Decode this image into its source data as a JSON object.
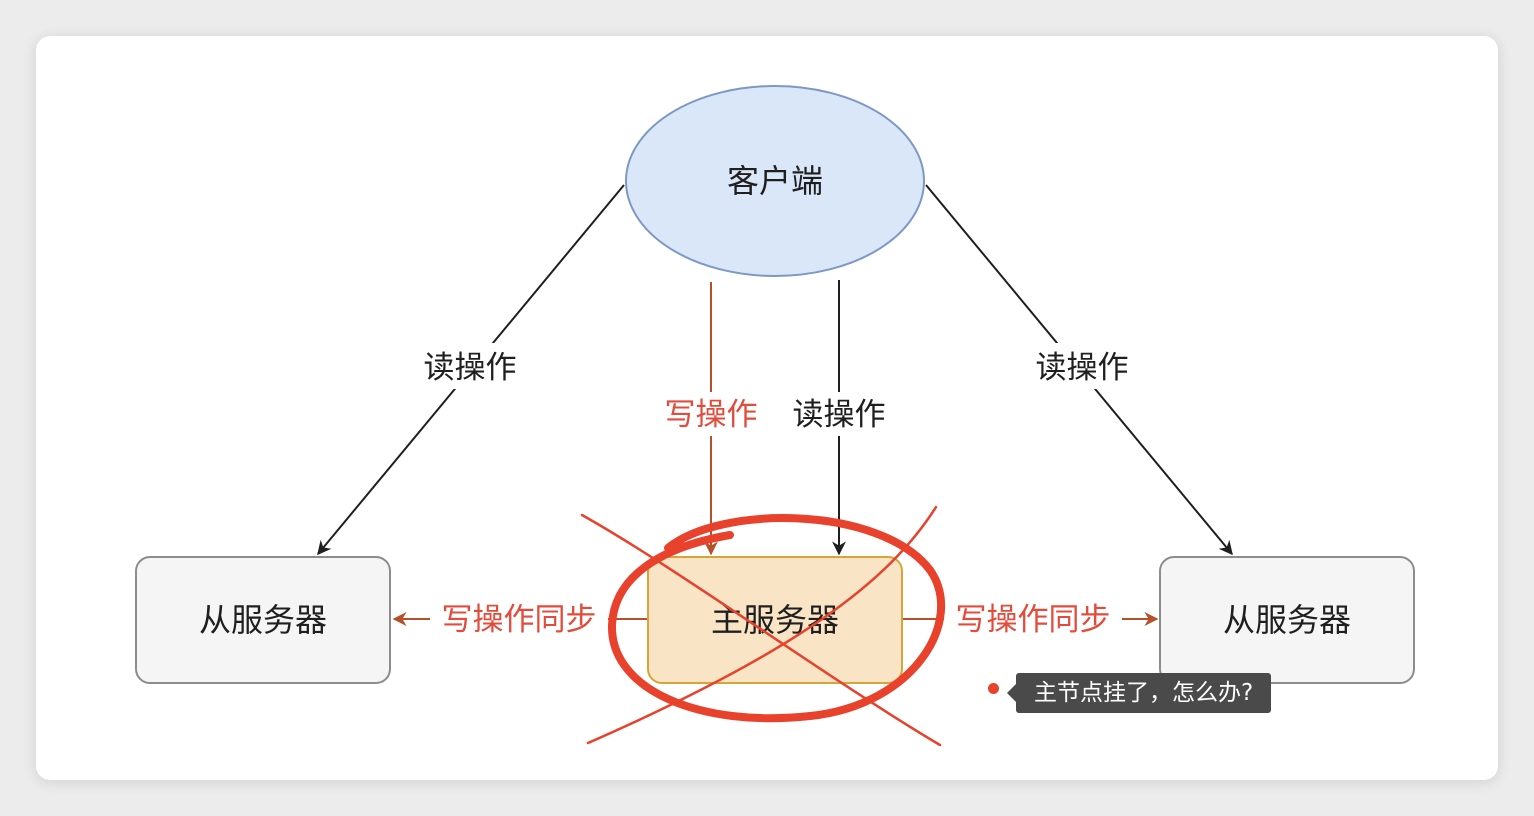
{
  "nodes": {
    "client": "客户端",
    "master": "主服务器",
    "slave_left": "从服务器",
    "slave_right": "从服务器"
  },
  "edges": {
    "read_left": "读操作",
    "read_right": "读操作",
    "read_center": "读操作",
    "write_center": "写操作",
    "sync_left": "写操作同步",
    "sync_right": "写操作同步"
  },
  "annotation": {
    "comment": "主节点挂了，怎么办?"
  },
  "colors": {
    "client_fill": "#dae7f9",
    "client_stroke": "#7d97c6",
    "master_fill": "#f9e5c6",
    "master_stroke": "#d5a537",
    "slave_fill": "#f5f5f5",
    "slave_stroke": "#8c8c8c",
    "write_color": "#e34c3c",
    "sync_arrow_color": "#b5502b",
    "read_color": "#1f1f1f",
    "cross_out_color": "#e8412c"
  }
}
